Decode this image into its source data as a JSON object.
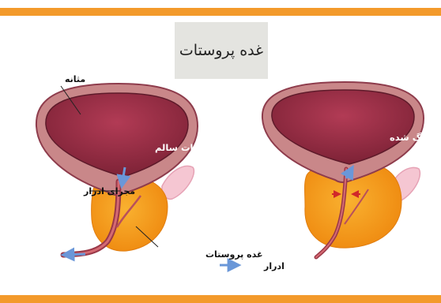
{
  "title": "غده پروستات",
  "labels": {
    "bladder": "مثانه",
    "healthy_prostate": "پروستات سالم",
    "urethra": "مجرای ادرار",
    "prostate_gland": "غده پروستات",
    "urine": "ادرار",
    "enlarged_prostate": "پروستات بزرگ شده"
  },
  "colors": {
    "accent_bar": "#f39a2b",
    "bladder_outer": "#c98789",
    "bladder_inner": "#8e2a3d",
    "prostate": "#f59a1a",
    "urine_arrow": "#6a97d8"
  }
}
